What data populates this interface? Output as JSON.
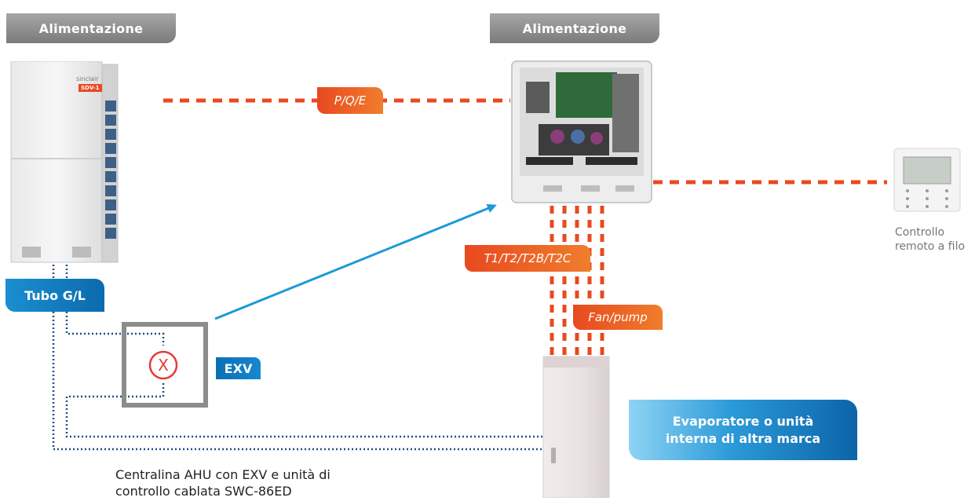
{
  "labels": {
    "power_left": "Alimentazione",
    "power_right": "Alimentazione",
    "bus": "P/Q/E",
    "sensors": "T1/T2/T2B/T2C",
    "fan_pump": "Fan/pump",
    "pipe": "Tubo G/L",
    "exv": "EXV",
    "evaporator_line1": "Evaporatore o unità",
    "evaporator_line2": "interna di altra marca",
    "remote_line1": "Controllo",
    "remote_line2": "remoto a filo",
    "caption_line1": "Centralina AHU con EXV e unità di",
    "caption_line2": "controllo cablata SWC-86ED",
    "valve_symbol": "X",
    "outdoor_brand": "sinclair",
    "outdoor_model": "SDV-1"
  },
  "icons": {
    "outdoor_unit": "outdoor-unit-icon",
    "control_box": "control-box-icon",
    "remote": "wired-remote-icon",
    "indoor_unit": "indoor-unit-icon",
    "valve": "expansion-valve-icon"
  },
  "colors": {
    "orange": "#e8491f",
    "blue_arrow": "#1b9ad6",
    "dotted_pipe": "#1c4e8c",
    "gray_pill": "#8c8c8c",
    "valve_red": "#e53935"
  }
}
